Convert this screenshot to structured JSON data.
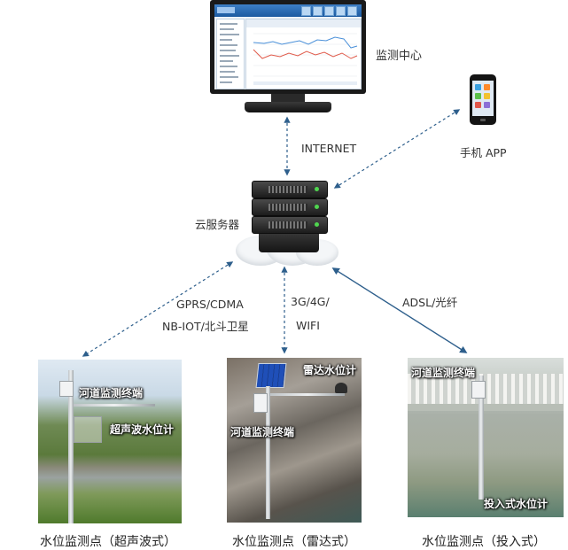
{
  "nodes": {
    "monitor": {
      "label": "监测中心"
    },
    "internet": {
      "label": "INTERNET"
    },
    "phone": {
      "label": "手机 APP"
    },
    "server": {
      "label": "云服务器"
    }
  },
  "links": {
    "left": {
      "line1": "GPRS/CDMA",
      "line2": "NB-IOT/北斗卫星"
    },
    "middle": {
      "line1": "3G/4G/",
      "line2": "WIFI"
    },
    "right": {
      "label": "ADSL/光纤"
    }
  },
  "sites": [
    {
      "caption": "水位监测点（超声波式）",
      "overlay1": "河道监测终端",
      "overlay2": "超声波水位计"
    },
    {
      "caption": "水位监测点（雷达式）",
      "overlay1": "雷达水位计",
      "overlay2": "河道监测终端"
    },
    {
      "caption": "水位监测点（投入式）",
      "overlay1": "河道监测终端",
      "overlay2": "投入式水位计"
    }
  ],
  "colors": {
    "arrow": "#2e5f8c",
    "text": "#333333"
  }
}
